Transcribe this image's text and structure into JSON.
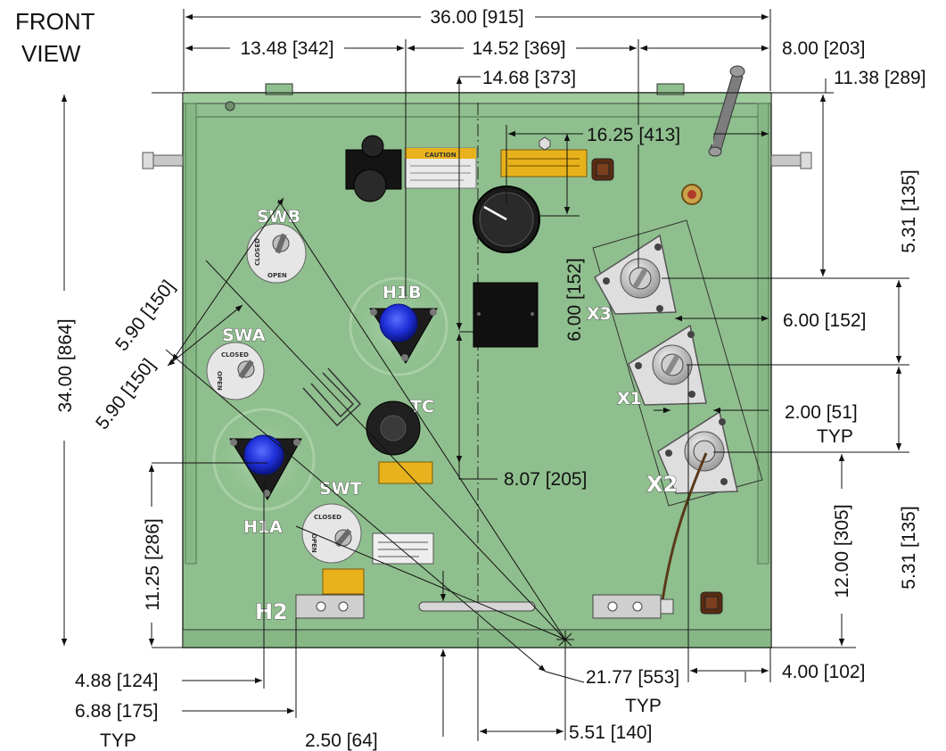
{
  "view_title": [
    "FRONT",
    "VIEW"
  ],
  "dimensions": {
    "overall_width": "36.00 [915]",
    "left_to_h1b": "13.48 [342]",
    "h1b_to_x3": "14.52 [369]",
    "x3_to_right": "8.00 [203]",
    "h1b_offset": "14.68 [373]",
    "top_to_x3": "11.38 [289]",
    "gauge_span": "16.25 [413]",
    "x3_to_x1": "5.31 [135]",
    "x1_to_x2": "5.31 [135]",
    "gauge_drop": "6.00 [152]",
    "x_offset": "6.00 [152]",
    "swb_spacing": "5.90 [150]",
    "swa_spacing": "5.90 [150]",
    "overall_height": "34.00 [864]",
    "x_stagger": "2.00 [51]",
    "x_stagger_note": "TYP",
    "h1b_to_tc": "8.07 [205]",
    "h1a_height": "11.25 [286]",
    "x2_height": "12.00 [305]",
    "diag_dim": "21.77 [553]",
    "diag_note": "TYP",
    "x2_to_right": "4.00 [102]",
    "h1a_from_left": "4.88 [124]",
    "h2_from_left": "6.88 [175]",
    "h2_note": "TYP",
    "ground_height": "2.50 [64]",
    "center_offset": "5.51 [140]"
  },
  "labels": {
    "swb": "SWB",
    "swa": "SWA",
    "swt": "SWT",
    "h1b": "H1B",
    "h1a": "H1A",
    "tc": "TC",
    "x1": "X1",
    "x2": "X2",
    "x3": "X3",
    "h2": "H2",
    "closed": "CLOSED",
    "open": "OPEN",
    "caution": "CAUTION"
  },
  "colors": {
    "panel": "#8fbf8e",
    "bushing_blue": "#1e2fd6",
    "label_yellow": "#e8b21c"
  }
}
